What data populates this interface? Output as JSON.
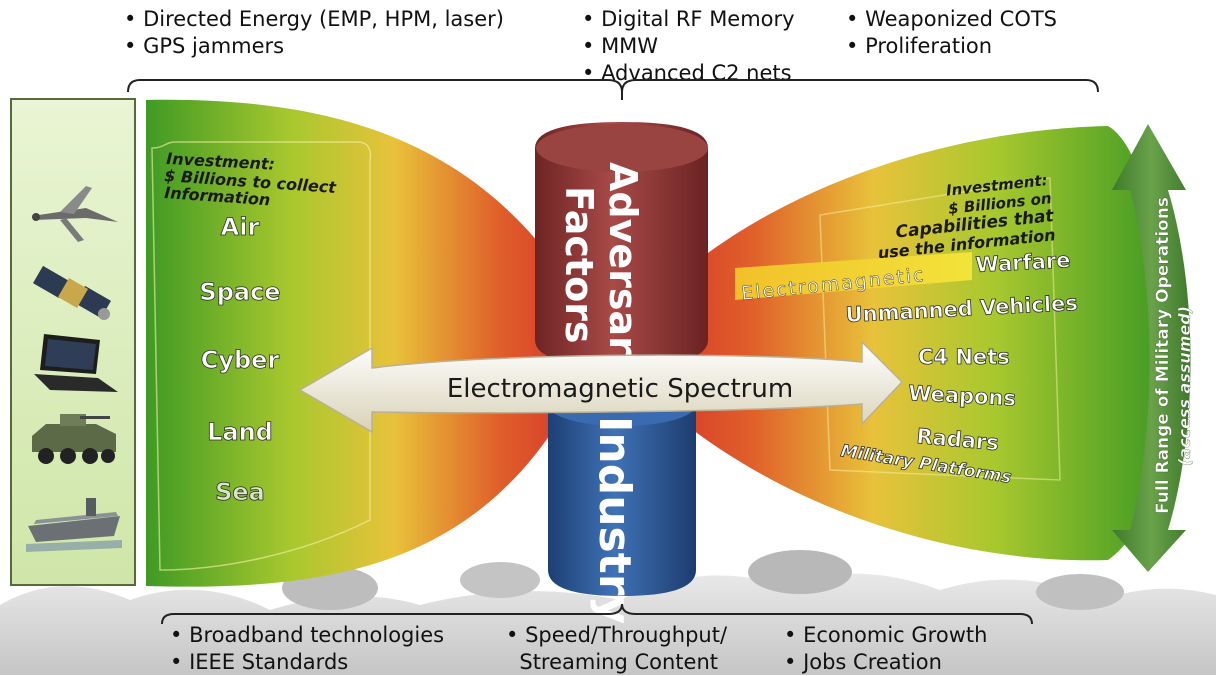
{
  "top_bullets": {
    "col1": [
      "Directed Energy (EMP, HPM, laser)",
      "GPS jammers"
    ],
    "col2": [
      "Digital RF Memory",
      "MMW",
      "Advanced C2 nets"
    ],
    "col3": [
      "Weaponized COTS",
      "Proliferation"
    ]
  },
  "bottom_bullets": {
    "col1": [
      "Broadband technologies",
      "IEEE Standards"
    ],
    "col2": [
      "Speed/Throughput/",
      "Streaming Content"
    ],
    "col3": [
      "Economic Growth",
      "Jobs Creation"
    ]
  },
  "left_funnel": {
    "investment_lines": [
      "Investment:",
      "$ Billions to collect",
      "Information"
    ],
    "domains": [
      "Air",
      "Space",
      "Cyber",
      "Land",
      "Sea"
    ]
  },
  "right_funnel": {
    "investment_lines": [
      "Investment:",
      "$ Billions on",
      "Capabilities that",
      "use the information"
    ],
    "electromagnetic_highlight": "Electromagnetic",
    "items": [
      "Warfare",
      "Unmanned Vehicles",
      "C4 Nets",
      "Weapons",
      "Radars",
      "Military Platforms"
    ]
  },
  "center": {
    "adversary_lines": [
      "Adversary",
      "Factors"
    ],
    "industry_label": "Industry",
    "spectrum_label": "Electromagnetic Spectrum"
  },
  "operations_arrow": {
    "line1": "Full Range of Military Operations",
    "line2": "(access assumed)"
  },
  "side_icons": [
    "drone-icon",
    "satellite-icon",
    "laptop-icon",
    "armored-vehicle-icon",
    "aircraft-carrier-icon"
  ],
  "colors": {
    "funnel_green": "#4aa52a",
    "funnel_yellow": "#e8e03a",
    "funnel_red": "#d8402a",
    "adversary_red": "#8e3a3a",
    "industry_blue": "#2f5f9e",
    "arrow_green": "#4f8a3a",
    "highlight_yellow": "#f2e33a"
  }
}
